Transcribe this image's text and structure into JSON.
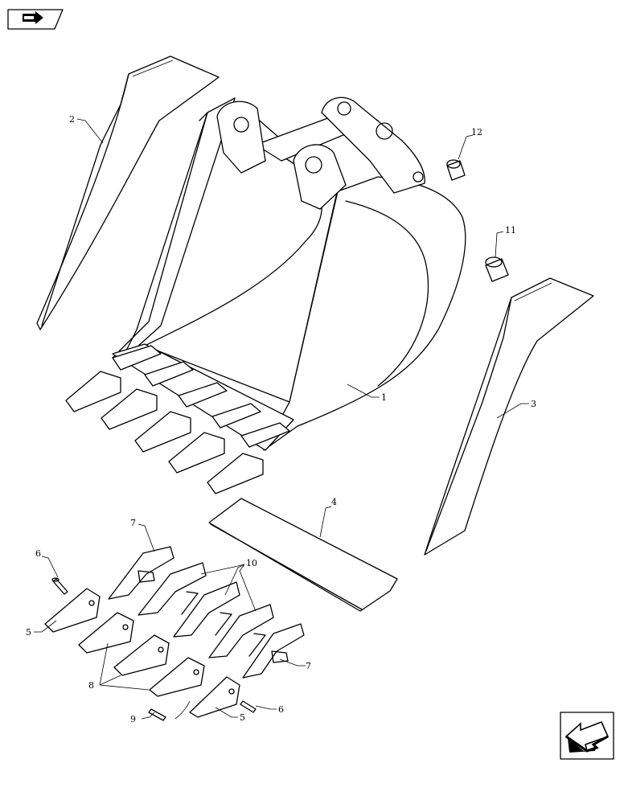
{
  "callouts": [
    {
      "id": "1",
      "text": "1"
    },
    {
      "id": "2",
      "text": "2"
    },
    {
      "id": "3",
      "text": "3"
    },
    {
      "id": "4",
      "text": "4"
    },
    {
      "id": "5a",
      "text": "5"
    },
    {
      "id": "5b",
      "text": "5"
    },
    {
      "id": "6a",
      "text": "6"
    },
    {
      "id": "6b",
      "text": "6"
    },
    {
      "id": "7a",
      "text": "7"
    },
    {
      "id": "7b",
      "text": "7"
    },
    {
      "id": "8",
      "text": "8"
    },
    {
      "id": "9",
      "text": "9"
    },
    {
      "id": "10",
      "text": "10"
    },
    {
      "id": "11",
      "text": "11"
    },
    {
      "id": "12",
      "text": "12"
    }
  ],
  "icons": {
    "top_left": "back-arrow-tab-icon",
    "bottom_right": "next-page-arrow-icon"
  }
}
